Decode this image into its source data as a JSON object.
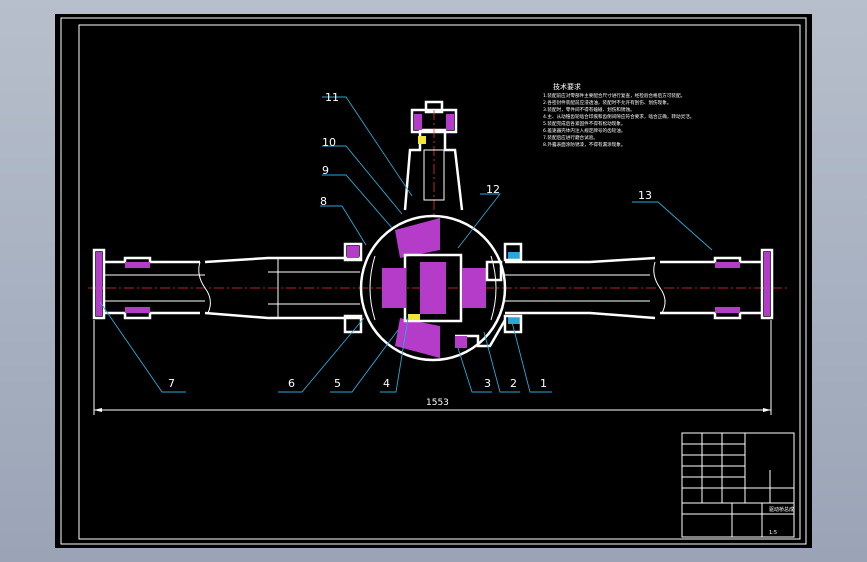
{
  "drawing": {
    "dimension": "1553"
  },
  "parts": {
    "1": "1",
    "2": "2",
    "3": "3",
    "4": "4",
    "5": "5",
    "6": "6",
    "7": "7",
    "8": "8",
    "9": "9",
    "10": "10",
    "11": "11",
    "12": "12",
    "13": "13"
  },
  "notes": {
    "heading": "技术要求",
    "lines": [
      "1.装配前应对零部件主要配合尺寸进行复查，经检验合格后方可装配。",
      "2.各密封件装配前应浸透油，装配时不允许有刮伤、划伤现象。",
      "3.装配时，零件间不得有磕碰、划伤和锈蚀。",
      "4.主、从动锥齿轮啮合印痕和齿侧间隙应符合要求，啮合正确，转动灵活。",
      "5.装配完成后各紧固件不得有松动现象。",
      "6.差速器壳体内注入规定牌号的齿轮油。",
      "7.装配后应进行磨合试验。",
      "8.外露表面涂防锈漆，不得有漏涂现象。"
    ]
  },
  "title_block": {
    "title": "驱动桥总成",
    "scale": "1:5"
  },
  "colors": {
    "background": "#000000",
    "outline": "#ffffff",
    "section_fill": "#b43cc8",
    "leader": "#2aa7d8",
    "center_line": "#e33333",
    "accent_yellow": "#f2e63a"
  }
}
